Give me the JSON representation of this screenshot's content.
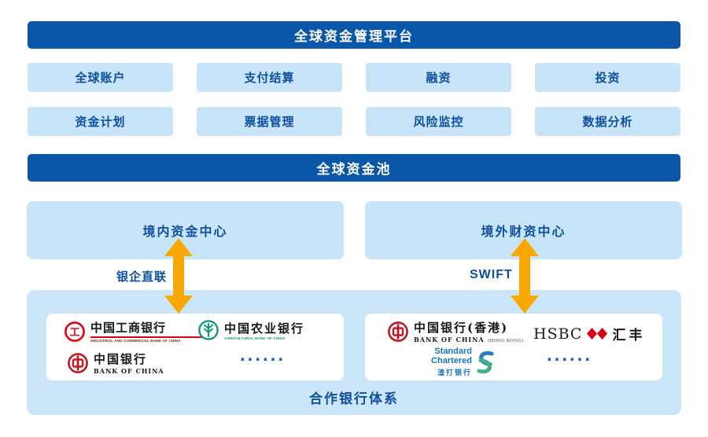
{
  "platform": {
    "title": "全球资金管理平台"
  },
  "modules": {
    "items": [
      "全球账户",
      "支付结算",
      "融资",
      "投资",
      "资金计划",
      "票据管理",
      "风险监控",
      "数据分析"
    ]
  },
  "pool": {
    "title": "全球资金池"
  },
  "centers": {
    "domestic": "境内资金中心",
    "overseas": "境外财资中心"
  },
  "links": {
    "domestic": "银企直联",
    "overseas": "SWIFT"
  },
  "partner_banks": {
    "title": "合作银行体系",
    "domestic": [
      {
        "cn": "中国工商银行",
        "en": "INDUSTRIAL AND COMMERCIAL BANK OF CHINA"
      },
      {
        "cn": "中国农业银行",
        "en": "AGRICULTURAL BANK OF CHINA"
      },
      {
        "cn": "中国银行",
        "en": "BANK OF CHINA"
      }
    ],
    "domestic_more": "......",
    "overseas": [
      {
        "cn": "中国银行(香港)",
        "en": "BANK OF CHINA",
        "en_sub": "(HONG KONG)"
      },
      {
        "en": "HSBC",
        "cn": "汇丰"
      },
      {
        "en": "Standard Chartered",
        "cn": "渣打银行"
      }
    ],
    "overseas_more": "......"
  },
  "colors": {
    "primary_blue": "#0A56A8",
    "light_blue": "#C8E4F8",
    "panel_blue": "#CBE6F9",
    "navy_text": "#0D4F9E",
    "arrow_orange": "#F9A800"
  }
}
